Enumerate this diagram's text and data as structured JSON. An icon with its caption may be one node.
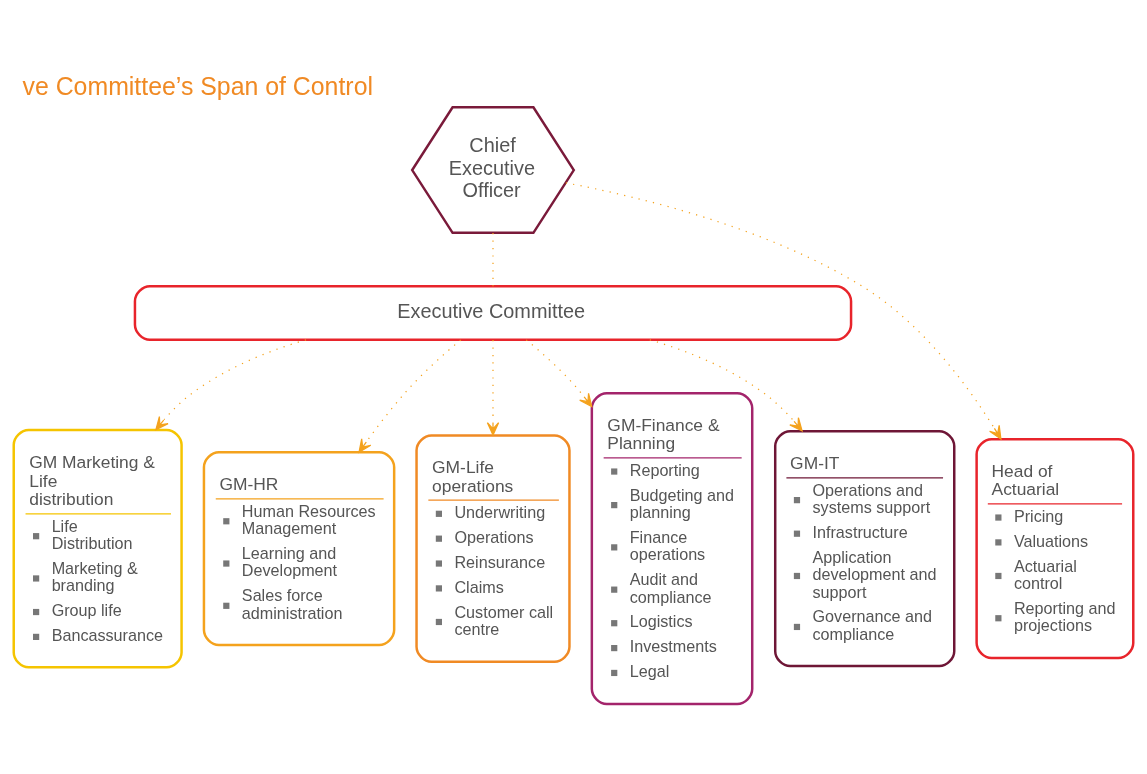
{
  "diagram": {
    "title": "ve Committee’s Span of Control",
    "nodes": [
      {
        "text": [
          "Chief Executive Officer"
        ]
      },
      {
        "text": [
          "Executive Committee"
        ]
      },
      {
        "text": [
          "GM Marketing & Life distribution",
          "Life Distribution",
          "Marketing & branding",
          "Group life",
          "Bancassurance"
        ]
      },
      {
        "text": [
          "GM-HR",
          "Human Resources Management",
          "Learning and Development",
          "Sales force administration"
        ]
      },
      {
        "text": [
          "GM-Life operations",
          "Underwriting",
          "Operations",
          "Reinsurance",
          "Claims",
          "Customer call centre"
        ]
      },
      {
        "text": [
          "GM-Finance & Planning",
          "Reporting",
          "Budgeting and planning",
          "Finance operations",
          "Audit and compliance",
          "Logistics",
          "Investments",
          "Legal"
        ]
      },
      {
        "text": [
          "GM-IT",
          "Operations and systems support",
          "Infrastructure",
          "Application development and support",
          "Governance and compliance"
        ]
      },
      {
        "text": [
          "Head of Actuarial",
          "Pricing",
          "Valuations",
          "Actuarial control",
          "Reporting and projections"
        ]
      }
    ],
    "edges": [
      {
        "from": 0,
        "to": 1,
        "arrow": "none",
        "style": "dashed"
      },
      {
        "from": 0,
        "to": 7,
        "arrow": "to",
        "style": "dashed"
      },
      {
        "from": 1,
        "to": 2,
        "arrow": "to",
        "style": "dashed"
      },
      {
        "from": 1,
        "to": 3,
        "arrow": "to",
        "style": "dashed"
      },
      {
        "from": 1,
        "to": 4,
        "arrow": "to",
        "style": "dashed"
      },
      {
        "from": 1,
        "to": 5,
        "arrow": "to",
        "style": "dashed"
      },
      {
        "from": 1,
        "to": 6,
        "arrow": "to",
        "style": "dashed"
      }
    ]
  }
}
